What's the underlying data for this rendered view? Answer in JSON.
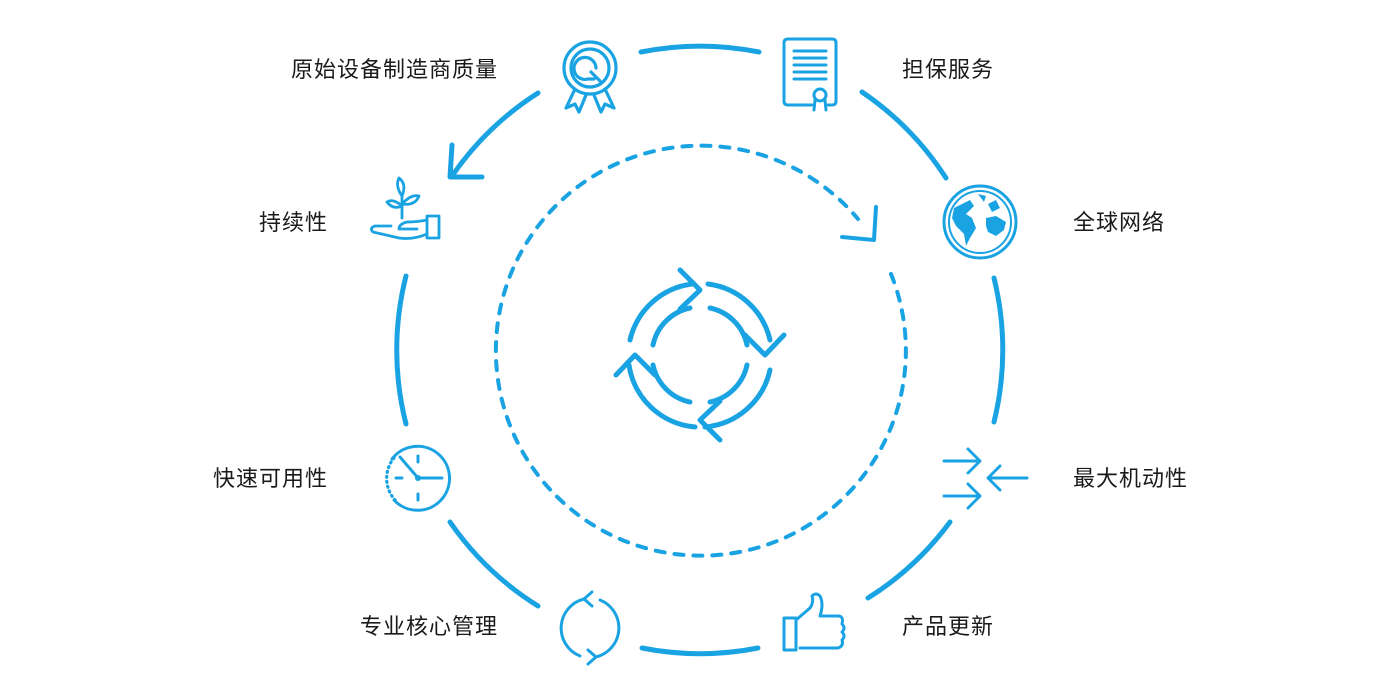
{
  "diagram": {
    "accent_color": "#1aa3e2",
    "text_color": "#1a1a1a",
    "center_icon": "cycle-arrows-icon",
    "nodes": [
      {
        "id": "oem-quality",
        "label": "原始设备制造商质量",
        "icon": "quality-award-icon"
      },
      {
        "id": "warranty",
        "label": "担保服务",
        "icon": "certificate-icon"
      },
      {
        "id": "global-network",
        "label": "全球网络",
        "icon": "globe-icon"
      },
      {
        "id": "max-mobility",
        "label": "最大机动性",
        "icon": "converging-arrows-icon"
      },
      {
        "id": "product-updates",
        "label": "产品更新",
        "icon": "thumbs-up-icon"
      },
      {
        "id": "core-management",
        "label": "专业核心管理",
        "icon": "refresh-icon"
      },
      {
        "id": "quick-availability",
        "label": "快速可用性",
        "icon": "clock-icon"
      },
      {
        "id": "sustainability",
        "label": "持续性",
        "icon": "plant-in-hand-icon"
      }
    ]
  }
}
